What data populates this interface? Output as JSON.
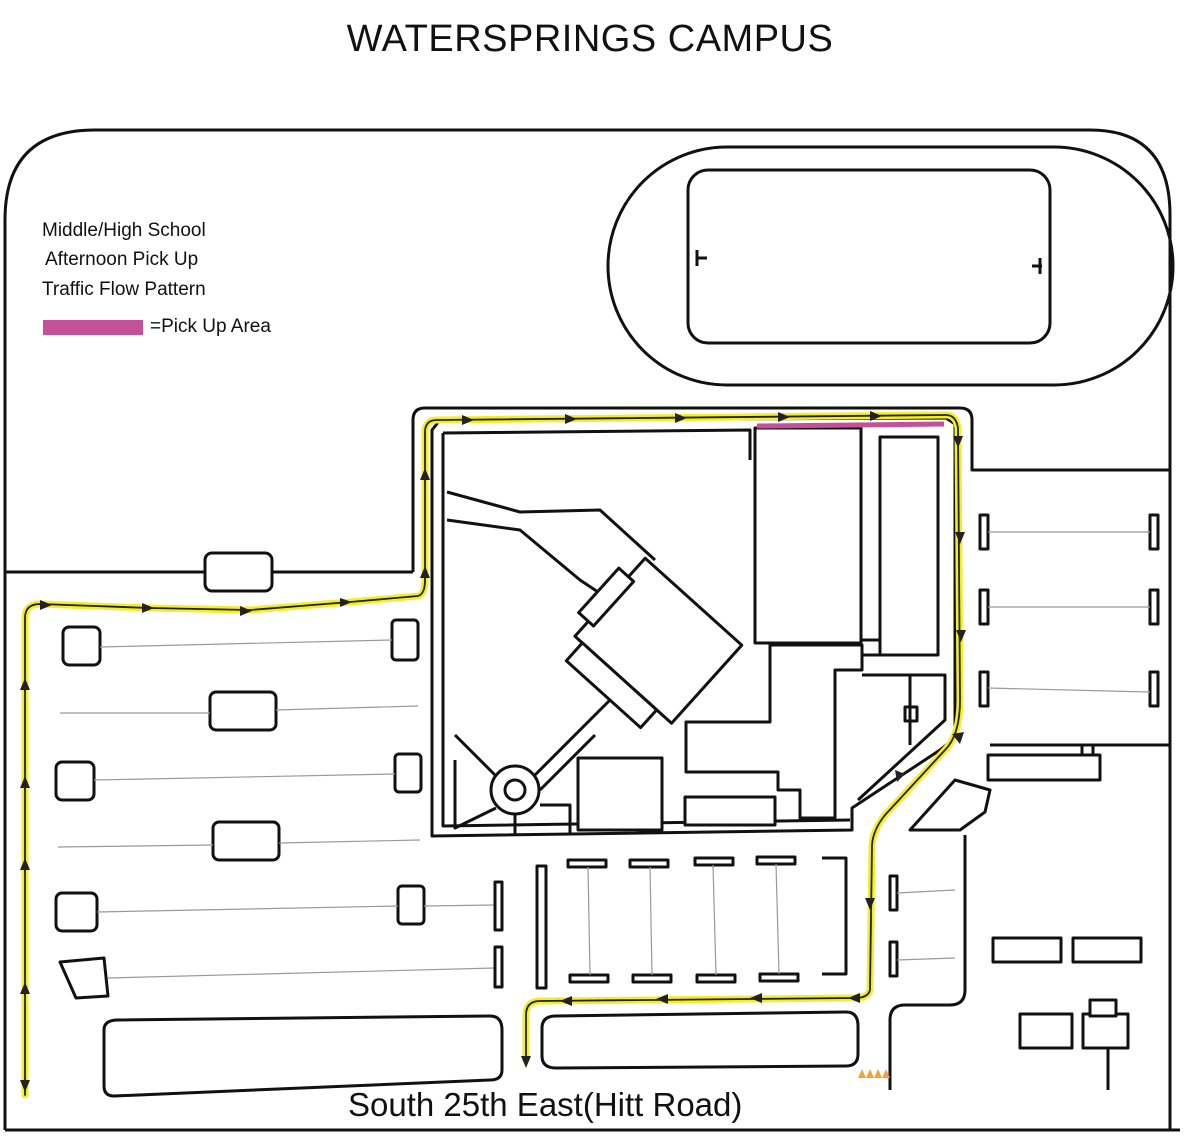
{
  "title": "WATERSPRINGS CAMPUS",
  "legend": {
    "line1": "Middle/High School",
    "line2": "Afternoon Pick Up",
    "line3": "Traffic Flow Pattern",
    "pickup_label": "Pick Up  Area",
    "equals": "=",
    "pickup_color": "#c4509a"
  },
  "route_color": "#f4ee2a",
  "road_label": "South 25th East(Hitt Road)"
}
